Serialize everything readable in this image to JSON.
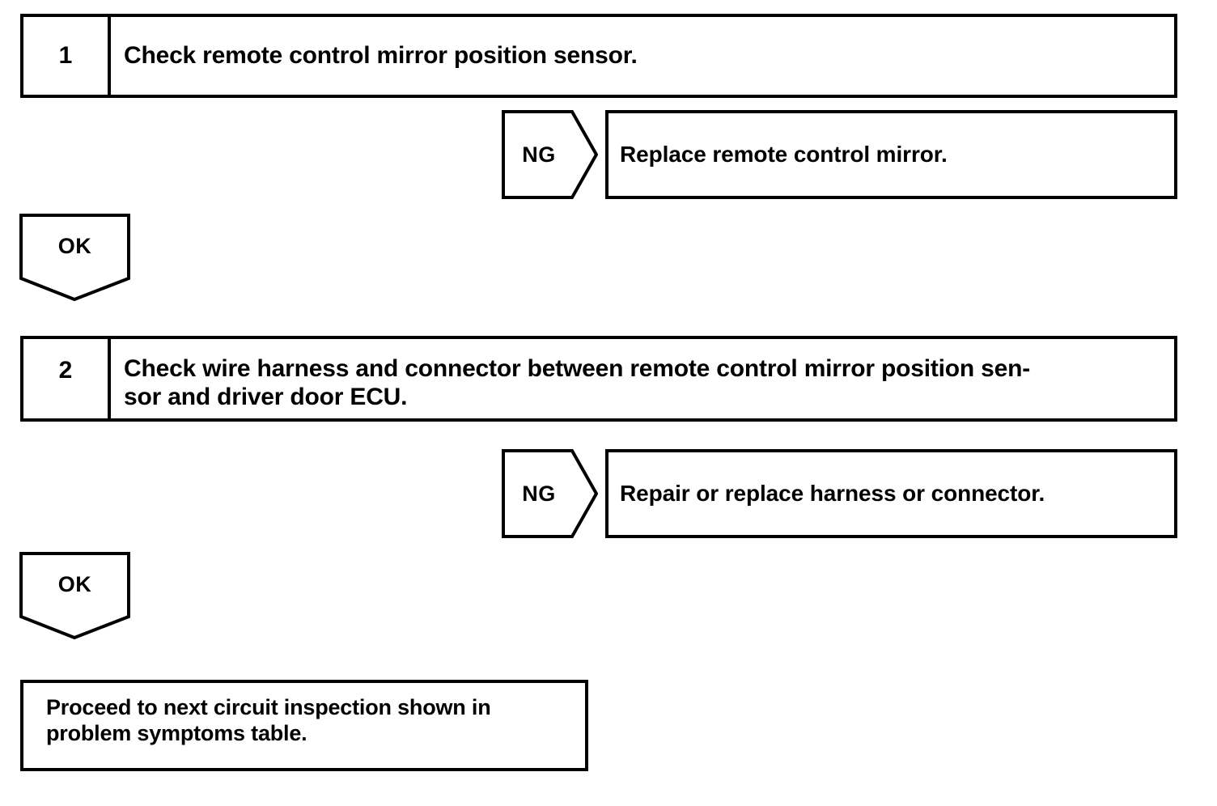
{
  "diagram": {
    "type": "troubleshooting-flowchart",
    "steps": [
      {
        "number": "1",
        "text": "Check remote control mirror position sensor.",
        "ng_label": "NG",
        "ng_result": "Replace remote control mirror.",
        "ok_label": "OK"
      },
      {
        "number": "2",
        "text_line1": "Check wire harness and connector between remote control mirror position sen-",
        "text_line2": "sor and driver door ECU.",
        "ng_label": "NG",
        "ng_result": "Repair or replace harness or connector.",
        "ok_label": "OK"
      }
    ],
    "terminal": {
      "line1": "Proceed to next circuit inspection shown in",
      "line2": "problem symptoms table."
    },
    "colors": {
      "stroke": "#000000",
      "background": "#ffffff",
      "text": "#000000"
    }
  }
}
